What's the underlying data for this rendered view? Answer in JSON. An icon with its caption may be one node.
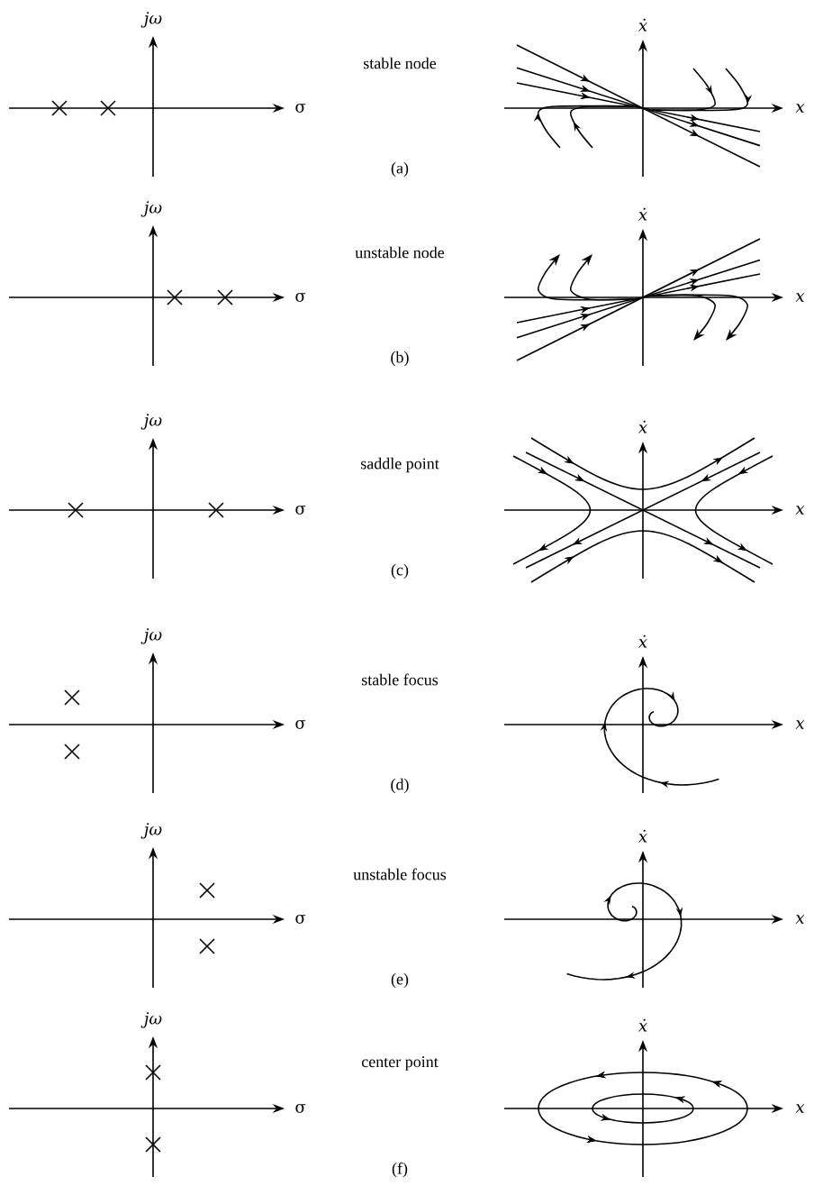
{
  "diagram": {
    "labels": [
      "jω",
      "ẋ",
      "stable node",
      "σ",
      "x",
      "(a)",
      "jω",
      "ẋ",
      "unstable node",
      "σ",
      "x",
      "(b)",
      "jω",
      "ẋ",
      "saddle point",
      "σ",
      "x",
      "(c)",
      "jω",
      "ẋ",
      "stable focus",
      "σ",
      "x",
      "(d)",
      "jω",
      "ẋ",
      "unstable focus",
      "σ",
      "x",
      "(e)",
      "jω",
      "ẋ",
      "center point",
      "σ",
      "x",
      "(f)"
    ]
  }
}
